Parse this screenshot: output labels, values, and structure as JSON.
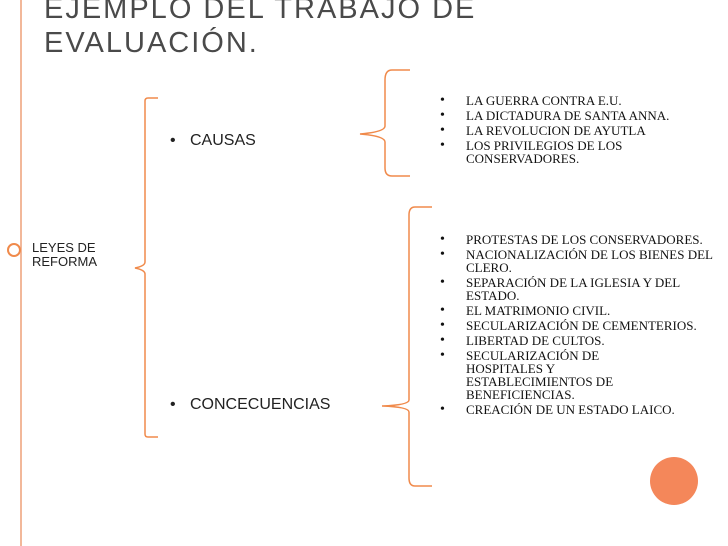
{
  "title": {
    "line1": "EJEMPLO DEL TRABAJO DE",
    "line2": "EVALUACIÓN."
  },
  "main_item": {
    "line1": "LEYES DE",
    "line2": "REFORMA"
  },
  "causas": {
    "label": "CAUSAS",
    "items": [
      "LA GUERRA CONTRA E.U.",
      "LA DICTADURA DE SANTA ANNA.",
      "LA REVOLUCION DE AYUTLA",
      "LOS PRIVILEGIOS DE LOS CONSERVADORES."
    ]
  },
  "consecuencias": {
    "label": "CONCECUENCIAS",
    "items": [
      "PROTESTAS DE LOS CONSERVADORES.",
      "NACIONALIZACIÓN DE LOS BIENES DEL CLERO.",
      "SEPARACIÓN DE LA IGLESIA Y DEL ESTADO.",
      "EL  MATRIMONIO CIVIL.",
      "SECULARIZACIÓN DE CEMENTERIOS.",
      "LIBERTAD DE CULTOS.",
      "SECULARIZACIÓN DE HOSPITALES Y ESTABLECIMIENTOS DE BENEFICIENCIAS.",
      "CREACIÓN DE UN ESTADO LAICO."
    ]
  },
  "colors": {
    "accent": "#f08a4b",
    "rule": "#f2b89a",
    "title": "#4a4a4a"
  }
}
